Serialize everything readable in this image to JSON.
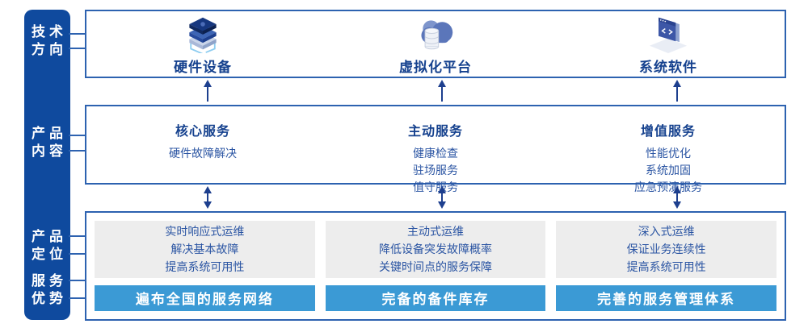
{
  "sidebar": {
    "labels": [
      {
        "line1": "技术",
        "line2": "方向"
      },
      {
        "line1": "产品",
        "line2": "内容"
      },
      {
        "line1": "产品",
        "line2": "定位"
      },
      {
        "line1": "服务",
        "line2": "优势"
      }
    ]
  },
  "tech_row": {
    "items": [
      {
        "icon": "server-stack-icon",
        "label": "硬件设备"
      },
      {
        "icon": "cloud-database-icon",
        "label": "虚拟化平台"
      },
      {
        "icon": "code-window-icon",
        "label": "系统软件"
      }
    ]
  },
  "content_row": {
    "columns": [
      {
        "title": "核心服务",
        "items": [
          "硬件故障解决",
          "",
          ""
        ]
      },
      {
        "title": "主动服务",
        "items": [
          "健康检查",
          "驻场服务",
          "值守服务"
        ]
      },
      {
        "title": "增值服务",
        "items": [
          "性能优化",
          "系统加固",
          "应急预演服务"
        ]
      }
    ]
  },
  "positioning_row": {
    "columns": [
      {
        "lines": [
          "实时响应式运维",
          "解决基本故障",
          "提高系统可用性"
        ],
        "banner": "遍布全国的服务网络"
      },
      {
        "lines": [
          "主动式运维",
          "降低设备突发故障概率",
          "关键时间点的服务保障"
        ],
        "banner": "完备的备件库存"
      },
      {
        "lines": [
          "深入式运维",
          "保证业务连续性",
          "提高系统可用性"
        ],
        "banner": "完善的服务管理体系"
      }
    ]
  },
  "colors": {
    "sidebar_blue": "#0f4a9e",
    "border_blue": "#2d62b0",
    "banner_blue": "#3b9ad5",
    "title_navy": "#15418e",
    "body_blue": "#2b55a3",
    "gray_box": "#ededed",
    "arrow_navy": "#1d3f8e"
  }
}
